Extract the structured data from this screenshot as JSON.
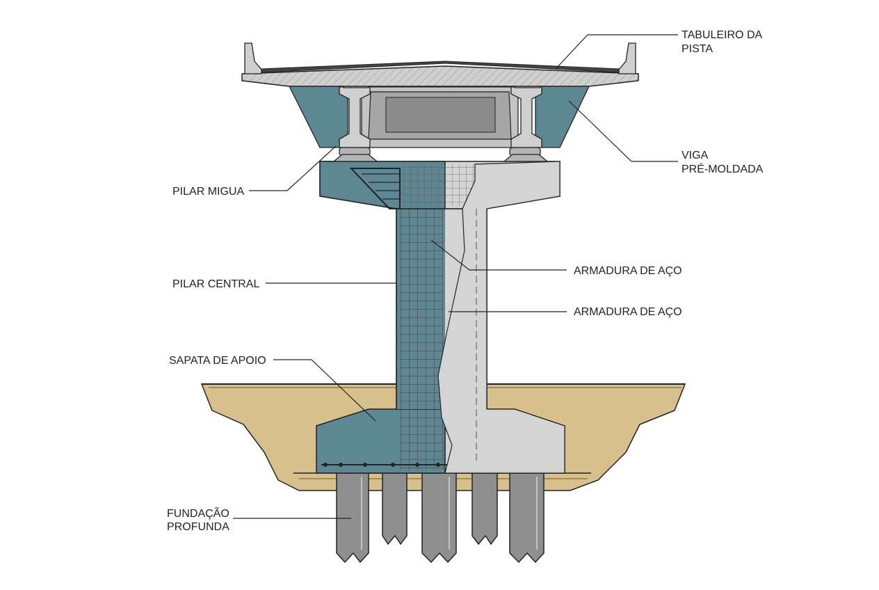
{
  "labels": {
    "tabuleiro_line1": "TABULEIRO DA",
    "tabuleiro_line2": "PISTA",
    "viga_line1": "VIGA",
    "viga_line2": "PRÉ-MOLDADA",
    "pilar_migua": "PILAR MIGUA",
    "armadura_1": "ARMADURA DE AÇO",
    "pilar_central": "PILAR CENTRAL",
    "armadura_2": "ARMADURA DE AÇO",
    "sapata": "SAPATA DE APOIO",
    "fundacao_line1": "FUNDAÇÃO",
    "fundacao_line2": "PROFUNDA"
  },
  "colors": {
    "concrete_light": "#d9d9d9",
    "concrete_mid": "#bdbdbd",
    "concrete_dark": "#8f8f8f",
    "teal": "#5e8794",
    "teal_dark": "#44656f",
    "soil": "#d8c08c",
    "asphalt": "#444444",
    "line": "#222222"
  }
}
